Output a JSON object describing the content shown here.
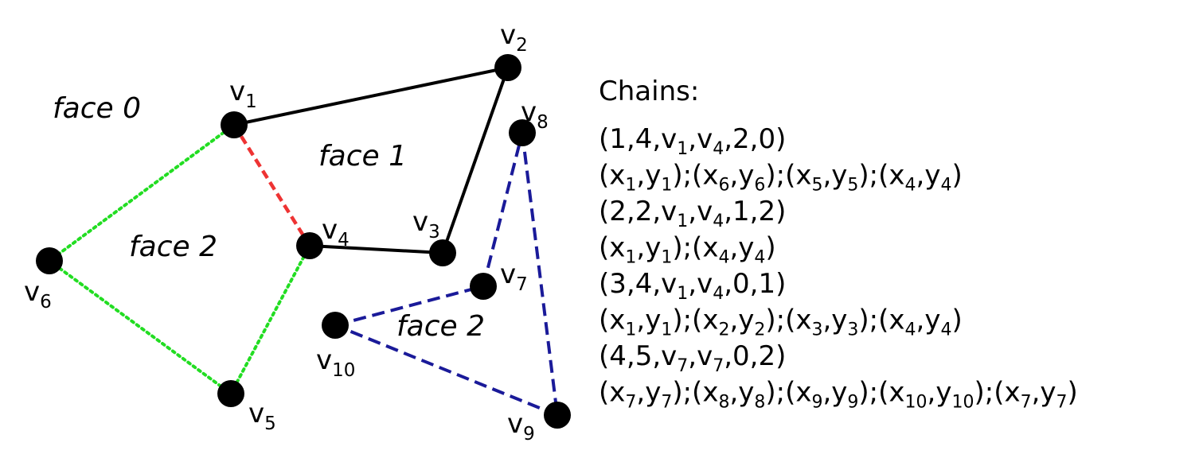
{
  "colors": {
    "vertex": "#000000",
    "edge_solid": "#000000",
    "edge_red": "#ee3333",
    "edge_green": "#22dd22",
    "edge_blue": "#1a1a99"
  },
  "vertices": [
    {
      "id": "v1",
      "label": "v",
      "sub": "1"
    },
    {
      "id": "v2",
      "label": "v",
      "sub": "2"
    },
    {
      "id": "v3",
      "label": "v",
      "sub": "3"
    },
    {
      "id": "v4",
      "label": "v",
      "sub": "4"
    },
    {
      "id": "v5",
      "label": "v",
      "sub": "5"
    },
    {
      "id": "v6",
      "label": "v",
      "sub": "6"
    },
    {
      "id": "v7",
      "label": "v",
      "sub": "7"
    },
    {
      "id": "v8",
      "label": "v",
      "sub": "8"
    },
    {
      "id": "v9",
      "label": "v",
      "sub": "9"
    },
    {
      "id": "v10",
      "label": "v",
      "sub": "10"
    }
  ],
  "edges": [
    {
      "from": "v1",
      "to": "v2",
      "style": "solid"
    },
    {
      "from": "v2",
      "to": "v3",
      "style": "solid"
    },
    {
      "from": "v3",
      "to": "v4",
      "style": "solid"
    },
    {
      "from": "v1",
      "to": "v4",
      "style": "red-dashed"
    },
    {
      "from": "v1",
      "to": "v6",
      "style": "green-dotted"
    },
    {
      "from": "v6",
      "to": "v5",
      "style": "green-dotted"
    },
    {
      "from": "v5",
      "to": "v4",
      "style": "green-dotted"
    },
    {
      "from": "v7",
      "to": "v8",
      "style": "blue-dashed"
    },
    {
      "from": "v8",
      "to": "v9",
      "style": "blue-dashed"
    },
    {
      "from": "v9",
      "to": "v10",
      "style": "blue-dashed"
    },
    {
      "from": "v10",
      "to": "v7",
      "style": "blue-dashed"
    }
  ],
  "faces": {
    "face0": "face 0",
    "face1": "face 1",
    "face2_left": "face 2",
    "face2_right": "face 2"
  },
  "chains": {
    "title": "Chains:",
    "lines": [
      [
        {
          "t": "(1,4,v"
        },
        {
          "s": "1"
        },
        {
          "t": ",v"
        },
        {
          "s": "4"
        },
        {
          "t": ",2,0)"
        }
      ],
      [
        {
          "t": "(x"
        },
        {
          "s": "1"
        },
        {
          "t": ",y"
        },
        {
          "s": "1"
        },
        {
          "t": ");(x"
        },
        {
          "s": "6"
        },
        {
          "t": ",y"
        },
        {
          "s": "6"
        },
        {
          "t": ");(x"
        },
        {
          "s": "5"
        },
        {
          "t": ",y"
        },
        {
          "s": "5"
        },
        {
          "t": ");(x"
        },
        {
          "s": "4"
        },
        {
          "t": ",y"
        },
        {
          "s": "4"
        },
        {
          "t": ")"
        }
      ],
      [
        {
          "t": "(2,2,v"
        },
        {
          "s": "1"
        },
        {
          "t": ",v"
        },
        {
          "s": "4"
        },
        {
          "t": ",1,2)"
        }
      ],
      [
        {
          "t": "(x"
        },
        {
          "s": "1"
        },
        {
          "t": ",y"
        },
        {
          "s": "1"
        },
        {
          "t": ");(x"
        },
        {
          "s": "4"
        },
        {
          "t": ",y"
        },
        {
          "s": "4"
        },
        {
          "t": ")"
        }
      ],
      [
        {
          "t": "(3,4,v"
        },
        {
          "s": "1"
        },
        {
          "t": ",v"
        },
        {
          "s": "4"
        },
        {
          "t": ",0,1)"
        }
      ],
      [
        {
          "t": "(x"
        },
        {
          "s": "1"
        },
        {
          "t": ",y"
        },
        {
          "s": "1"
        },
        {
          "t": ");(x"
        },
        {
          "s": "2"
        },
        {
          "t": ",y"
        },
        {
          "s": "2"
        },
        {
          "t": ");(x"
        },
        {
          "s": "3"
        },
        {
          "t": ",y"
        },
        {
          "s": "3"
        },
        {
          "t": ");(x"
        },
        {
          "s": "4"
        },
        {
          "t": ",y"
        },
        {
          "s": "4"
        },
        {
          "t": ")"
        }
      ],
      [
        {
          "t": "(4,5,v"
        },
        {
          "s": "7"
        },
        {
          "t": ",v"
        },
        {
          "s": "7"
        },
        {
          "t": ",0,2)"
        }
      ],
      [
        {
          "t": "(x"
        },
        {
          "s": "7"
        },
        {
          "t": ",y"
        },
        {
          "s": "7"
        },
        {
          "t": ");(x"
        },
        {
          "s": "8"
        },
        {
          "t": ",y"
        },
        {
          "s": "8"
        },
        {
          "t": ");(x"
        },
        {
          "s": "9"
        },
        {
          "t": ",y"
        },
        {
          "s": "9"
        },
        {
          "t": ");(x"
        },
        {
          "s": "10"
        },
        {
          "t": ",y"
        },
        {
          "s": "10"
        },
        {
          "t": ");(x"
        },
        {
          "s": "7"
        },
        {
          "t": ",y"
        },
        {
          "s": "7"
        },
        {
          "t": ")"
        }
      ]
    ]
  }
}
